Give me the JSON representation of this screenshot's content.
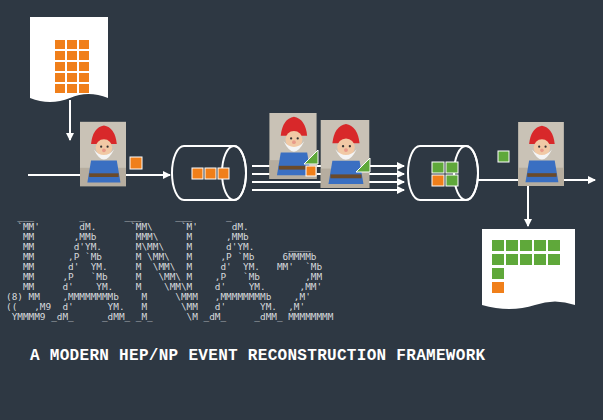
{
  "diagram": {
    "caption": "A MODERN HEP/NP EVENT RECONSTRUCTION FRAMEWORK",
    "labels": [
      "  ___        _       ___      ___      _",
      "  `MM'       dM.      `MM\\     `M'      dM.",
      "   MM       ,MMb       MMM\\     M      ,MMb",
      "   MM       d'YM.      M\\MM\\    M      d'YM.      ____",
      "   MM      ,P `Mb      M \\MM\\   M     ,P `Mb     6MMMMb",
      "   MM      d'  YM.     M  \\MM\\  M     d'  YM.   MM'  `Mb",
      "   MM     ,P   `Mb     M   \\MM\\ M    ,P   `Mb        ,MM",
      "   MM     d'    YM.    M    \\MM\\M    d'    YM.      ,MM'",
      "(8) MM    ,MMMMMMMMb    M     \\MMM   ,MMMMMMMMb    ,M'",
      "((   ,M9  d'      YM.   M      \\MM   d'      YM.  ,M'",
      " YMMMM9 _dM_     _dMM_ _M_      \\M _dM_     _dMM_ MMMMMMMM"
    ]
  }
}
